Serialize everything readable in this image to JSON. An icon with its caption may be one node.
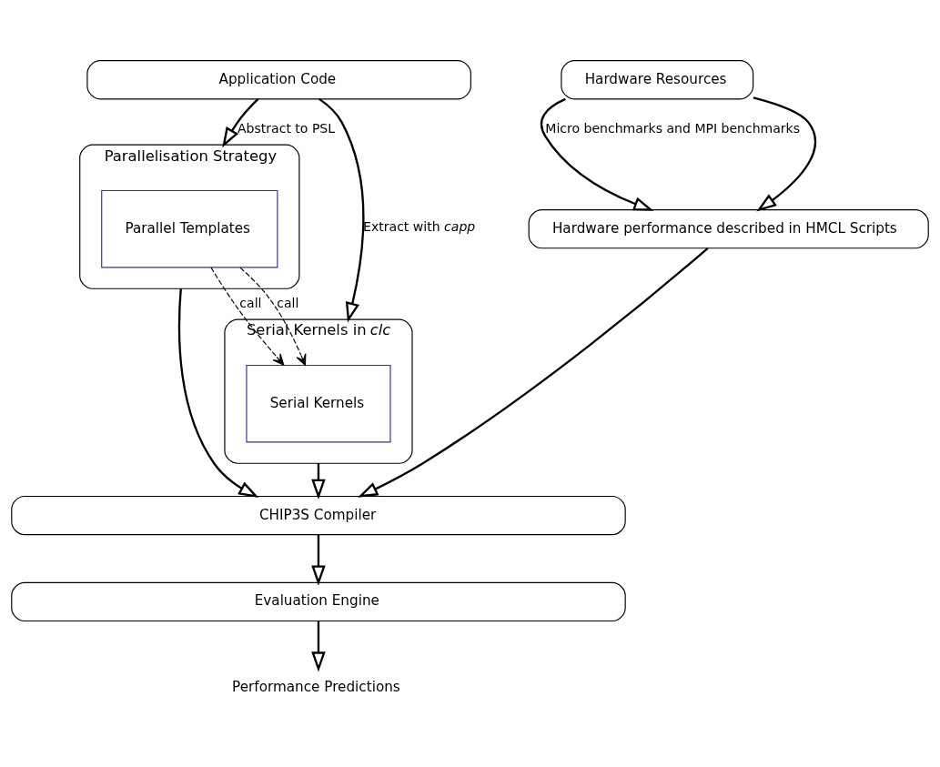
{
  "diagram": {
    "nodes": [
      {
        "text": [
          "Application Code"
        ]
      },
      {
        "text": [
          "Hardware Resources"
        ]
      },
      {
        "text": [
          "Parallelisation Strategy"
        ]
      },
      {
        "text": [
          "Parallel Templates"
        ],
        "in": 2
      },
      {
        "text": [
          "Serial Kernels in *clc*"
        ]
      },
      {
        "text": [
          "Serial Kernels"
        ],
        "in": 4
      },
      {
        "text": [
          "Hardware performance described in HMCL Scripts"
        ]
      },
      {
        "text": [
          "CHIP3S Compiler"
        ]
      },
      {
        "text": [
          "Evaluation Engine"
        ]
      },
      {
        "text": [
          "Performance Predictions"
        ]
      }
    ],
    "edges": [
      {
        "from": 0,
        "to": 2,
        "arrow": "to",
        "label": "Abstract to PSL"
      },
      {
        "from": 0,
        "to": 4,
        "arrow": "to",
        "label": "Extract with *capp*"
      },
      {
        "from": 1,
        "to": 6,
        "arrow": "to",
        "label": "Micro benchmarks and MPI benchmarks"
      },
      {
        "from": 1,
        "to": 6,
        "arrow": "to"
      },
      {
        "from": 3,
        "to": 5,
        "arrow": "to",
        "label": "call",
        "style": "dashed"
      },
      {
        "from": 3,
        "to": 5,
        "arrow": "to",
        "label": "call",
        "style": "dashed"
      },
      {
        "from": 2,
        "to": 7,
        "arrow": "to"
      },
      {
        "from": 4,
        "to": 7,
        "arrow": "to"
      },
      {
        "from": 6,
        "to": 7,
        "arrow": "to"
      },
      {
        "from": 7,
        "to": 8,
        "arrow": "to"
      },
      {
        "from": 8,
        "to": 9,
        "arrow": "to"
      }
    ]
  }
}
